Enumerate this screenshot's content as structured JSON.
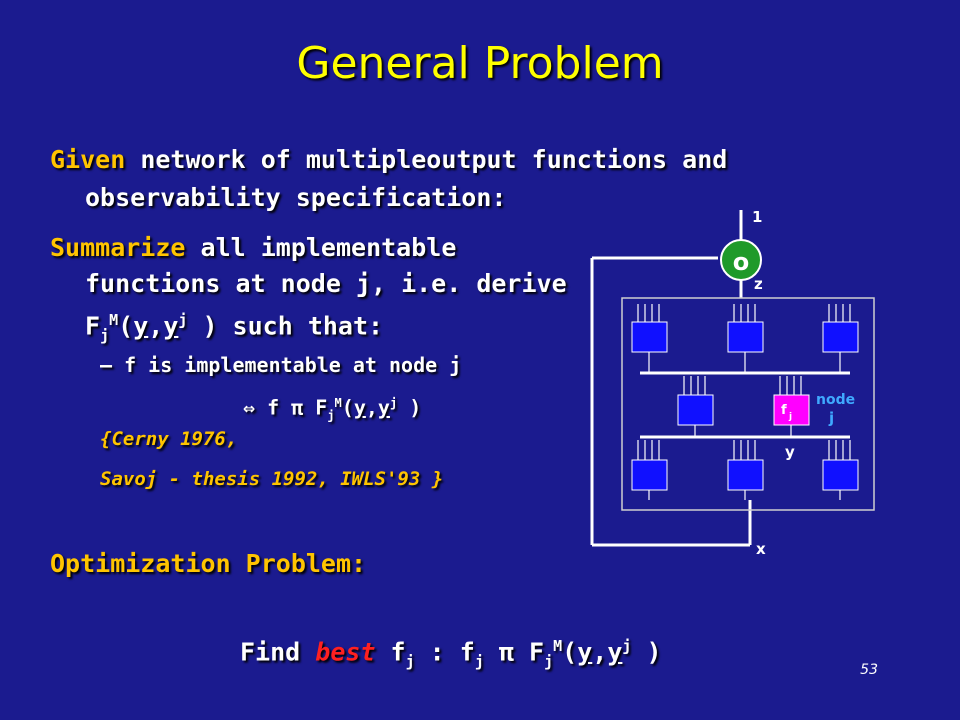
{
  "title": "General Problem",
  "para1": {
    "keyword": "Given",
    "line1_rest": " network of multipleoutput functions and",
    "line2": "observability specification:"
  },
  "para2": {
    "keyword": "Summarize",
    "line1_rest": " all implementable",
    "line2": "functions at node j, i.e. derive",
    "line3_a": "F",
    "line3_sub": "j",
    "line3_sup": "M",
    "line3_b": "(",
    "line3_y": "y",
    "line3_c": ",",
    "line3_yj": "y",
    "line3_sup2": "j",
    "line3_d": " ) such that:"
  },
  "bullet": {
    "dash": "–",
    "text": "f is implementable at node j",
    "equiv_symbol": "⇔",
    "equiv_f": " f ",
    "subset_symbol": "π",
    "equiv_F": " F",
    "equiv_sub": "j",
    "equiv_sup": "M",
    "equiv_open": "(",
    "equiv_y": "y",
    "equiv_comma": ",",
    "equiv_yj": "y",
    "equiv_sup2": "j",
    "equiv_close": " )"
  },
  "citations": {
    "line1": "{Cerny  1976,",
    "line2": "Savoj - thesis 1992, IWLS'93 }"
  },
  "optimization": {
    "heading": "Optimization Problem:",
    "find": "Find ",
    "best": "best",
    "f": "  f",
    "f_sub": "j",
    "colon": " : f",
    "f2_sub": "j",
    "subset_symbol": " π ",
    "F": "F",
    "F_sub": "j",
    "F_sup": "M",
    "open": "(",
    "y": "y",
    "comma": ",",
    "yj": "y",
    "yj_sup": "j",
    "close": " )"
  },
  "diagram": {
    "output_node_label": "o",
    "output_label": "1",
    "z_label": "z",
    "y_label": "y",
    "x_label": "x",
    "fj_label": "f",
    "fj_sub": "j",
    "node_label": "node",
    "node_j_label": "j",
    "box_color": "#1010ff",
    "fj_color": "#ff00ff",
    "node_color": "#1f9a2a",
    "node_label_color": "#3fa9ff"
  },
  "page_number": "53"
}
